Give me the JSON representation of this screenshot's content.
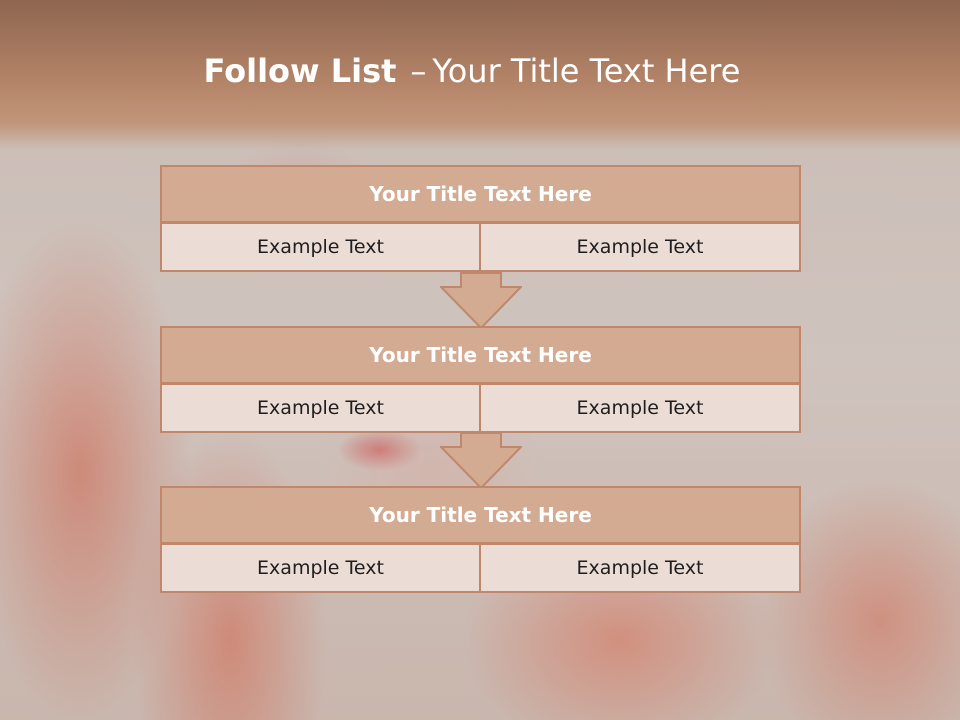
{
  "slide": {
    "title_bold": "Follow List",
    "title_dash": "–",
    "title_rest": "Your Title Text Here"
  },
  "blocks": [
    {
      "title": "Your Title Text Here",
      "left": "Example Text",
      "right": "Example Text"
    },
    {
      "title": "Your Title Text Here",
      "left": "Example Text",
      "right": "Example Text"
    },
    {
      "title": "Your Title Text Here",
      "left": "Example Text",
      "right": "Example Text"
    }
  ],
  "arrows": [
    "down-arrow-icon",
    "down-arrow-icon"
  ],
  "colors": {
    "title_band": "#b48468",
    "block_header": "#d3ab93",
    "block_cell": "#ebdcd6",
    "border": "#c0876a",
    "arrow_fill": "#d3ab93"
  }
}
